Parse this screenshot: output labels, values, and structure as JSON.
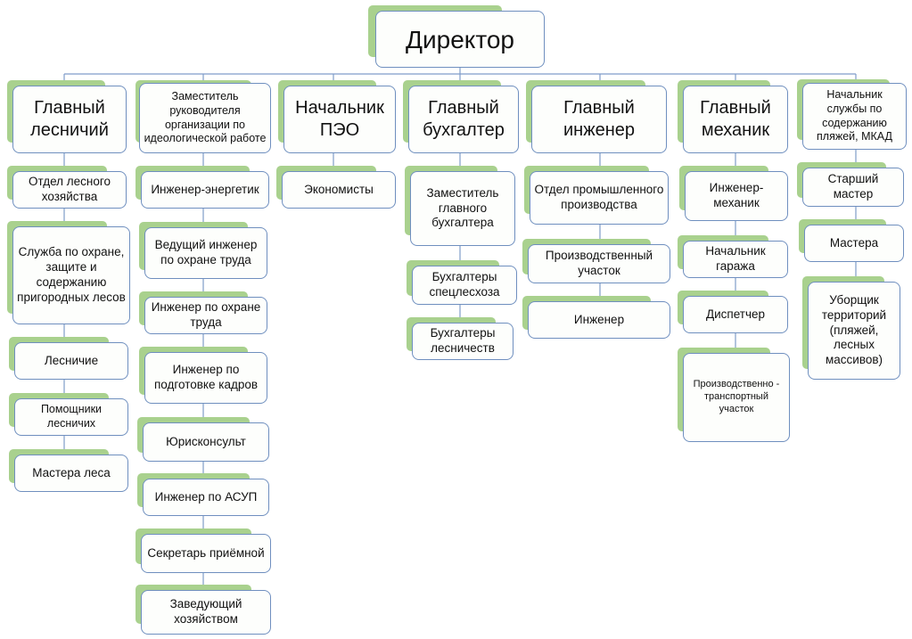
{
  "director": "Директор",
  "columns": {
    "forestry": {
      "head": "Главный лесничий",
      "items": [
        "Отдел лесного хозяйства",
        "Служба по охране, защите и содержанию пригородных лесов",
        "Лесничие",
        "Помощники лесничих",
        "Мастера леса"
      ]
    },
    "deputy": {
      "head": "Заместитель руководителя организации по идеологической работе",
      "items": [
        "Инженер-энергетик",
        "Ведущий инженер по охране труда",
        "Инженер по охране труда",
        "Инженер по подготовке кадров",
        "Юрисконсульт",
        "Инженер по АСУП",
        "Секретарь приёмной",
        "Заведующий хозяйством"
      ]
    },
    "peo": {
      "head": "Начальник ПЭО",
      "items": [
        "Экономисты"
      ]
    },
    "accountant": {
      "head": "Главный бухгалтер",
      "items": [
        "Заместитель главного бухгалтера",
        "Бухгалтеры спецлесхоза",
        "Бухгалтеры лесничеств"
      ]
    },
    "engineer": {
      "head": "Главный инженер",
      "items": [
        "Отдел промышленного производства",
        "Производственный участок",
        "Инженер"
      ]
    },
    "mechanic": {
      "head": "Главный механик",
      "items": [
        "Инженер-механик",
        "Начальник гаража",
        "Диспетчер",
        "Производственно - транспортный участок"
      ]
    },
    "beaches": {
      "head": "Начальник службы по содержанию пляжей, МКАД",
      "items": [
        "Старший мастер",
        "Мастера",
        "Уборщик территорий (пляжей, лесных массивов)"
      ]
    }
  },
  "colors": {
    "box_fill": "#fdfefc",
    "box_border": "#6f8fbf",
    "shadow": "#a9d18e",
    "line": "#7f9cc9"
  }
}
